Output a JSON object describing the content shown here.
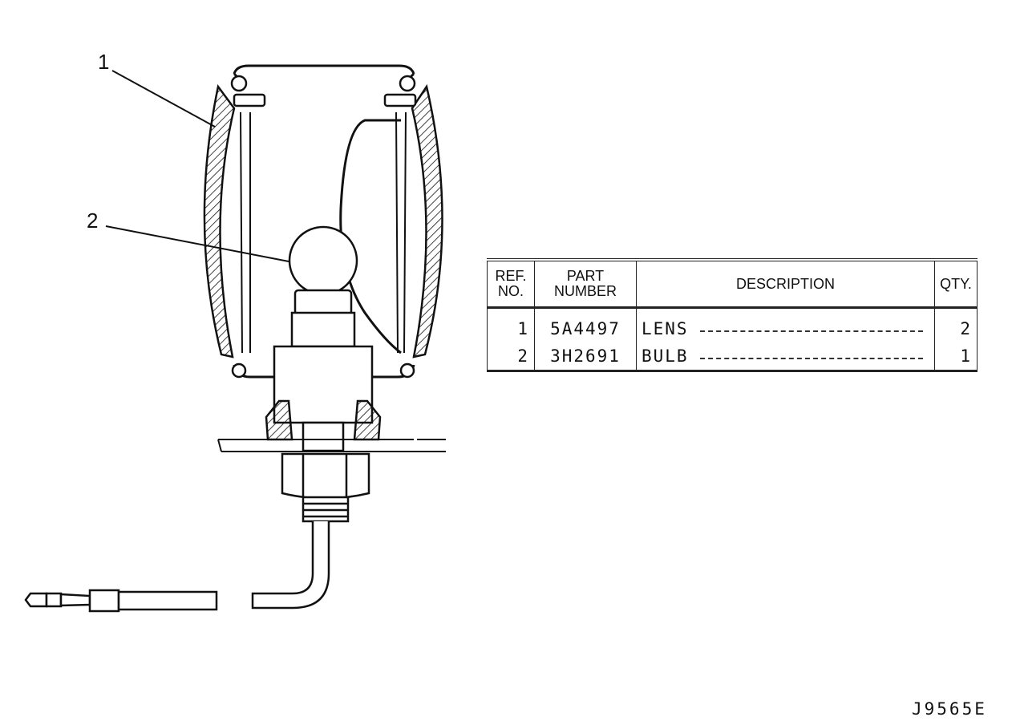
{
  "callouts": [
    {
      "label": "1"
    },
    {
      "label": "2"
    }
  ],
  "table": {
    "headers": {
      "ref_no": "REF.\nNO.",
      "part_number": "PART\nNUMBER",
      "description": "DESCRIPTION",
      "qty": "QTY."
    },
    "rows": [
      {
        "ref": "1",
        "part": "5A4497",
        "description": "LENS",
        "qty": "2"
      },
      {
        "ref": "2",
        "part": "3H2691",
        "description": "BULB",
        "qty": "1"
      }
    ]
  },
  "drawing_number": "J9565E"
}
